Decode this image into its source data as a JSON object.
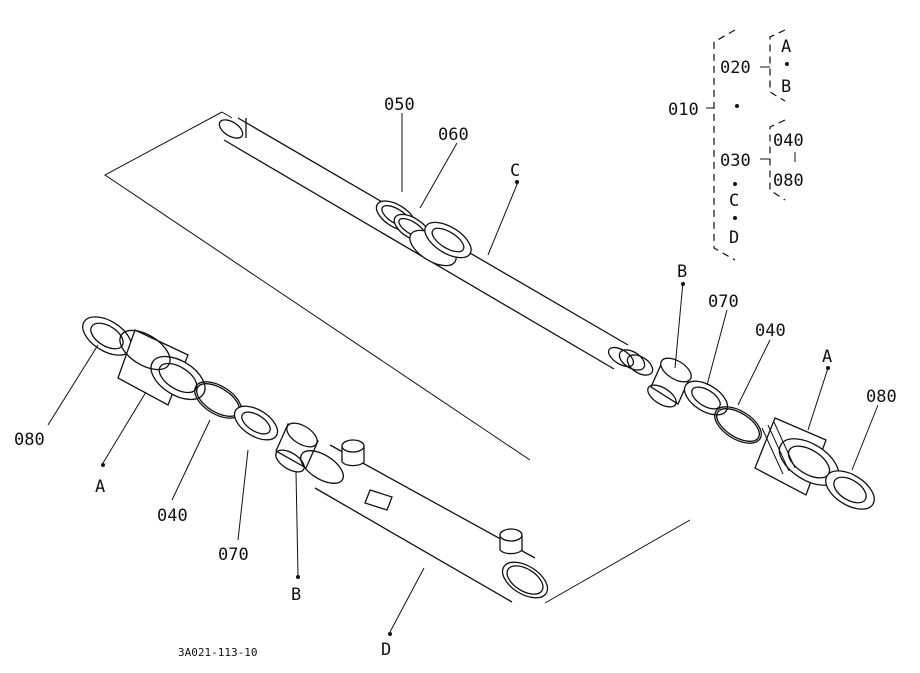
{
  "labels": {
    "p050": "050",
    "p060": "060",
    "pC_rod": "C",
    "pB_right": "B",
    "p070_right": "070",
    "p040_right": "040",
    "pA_right": "A",
    "p080_right": "080",
    "p080_left": "080",
    "pA_left": "A",
    "p040_left": "040",
    "p070_left": "070",
    "pB_left": "B",
    "pD": "D"
  },
  "tree": {
    "root": "010",
    "n020": "020",
    "n020_children": [
      "A",
      "B"
    ],
    "n030": "030",
    "n030_children": [
      "040",
      "080"
    ],
    "extra": [
      "C",
      "D"
    ]
  },
  "drawing_code": "3A021-113-10"
}
